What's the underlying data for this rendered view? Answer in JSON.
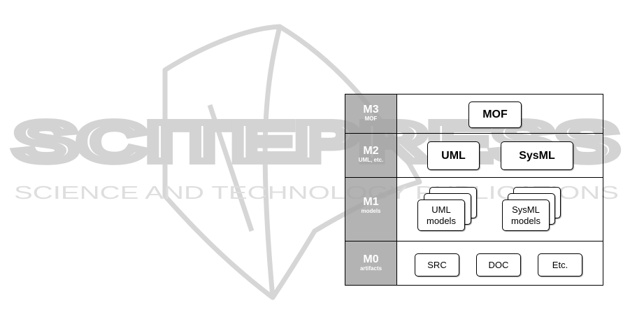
{
  "watermark": {
    "wordmark": "SCITEPRESS",
    "tagline": "SCIENCE AND TECHNOLOGY PUBLICATIONS"
  },
  "levels": [
    {
      "code": "M3",
      "name": "MOF",
      "elements": [
        "MOF"
      ]
    },
    {
      "code": "M2",
      "name": "UML, etc.",
      "elements": [
        "UML",
        "SysML"
      ]
    },
    {
      "code": "M1",
      "name": "models",
      "elements": [
        {
          "line1": "UML",
          "line2": "models"
        },
        {
          "line1": "SysML",
          "line2": "models"
        }
      ]
    },
    {
      "code": "M0",
      "name": "artifacts",
      "elements": [
        "SRC",
        "DOC",
        "Etc."
      ]
    }
  ]
}
